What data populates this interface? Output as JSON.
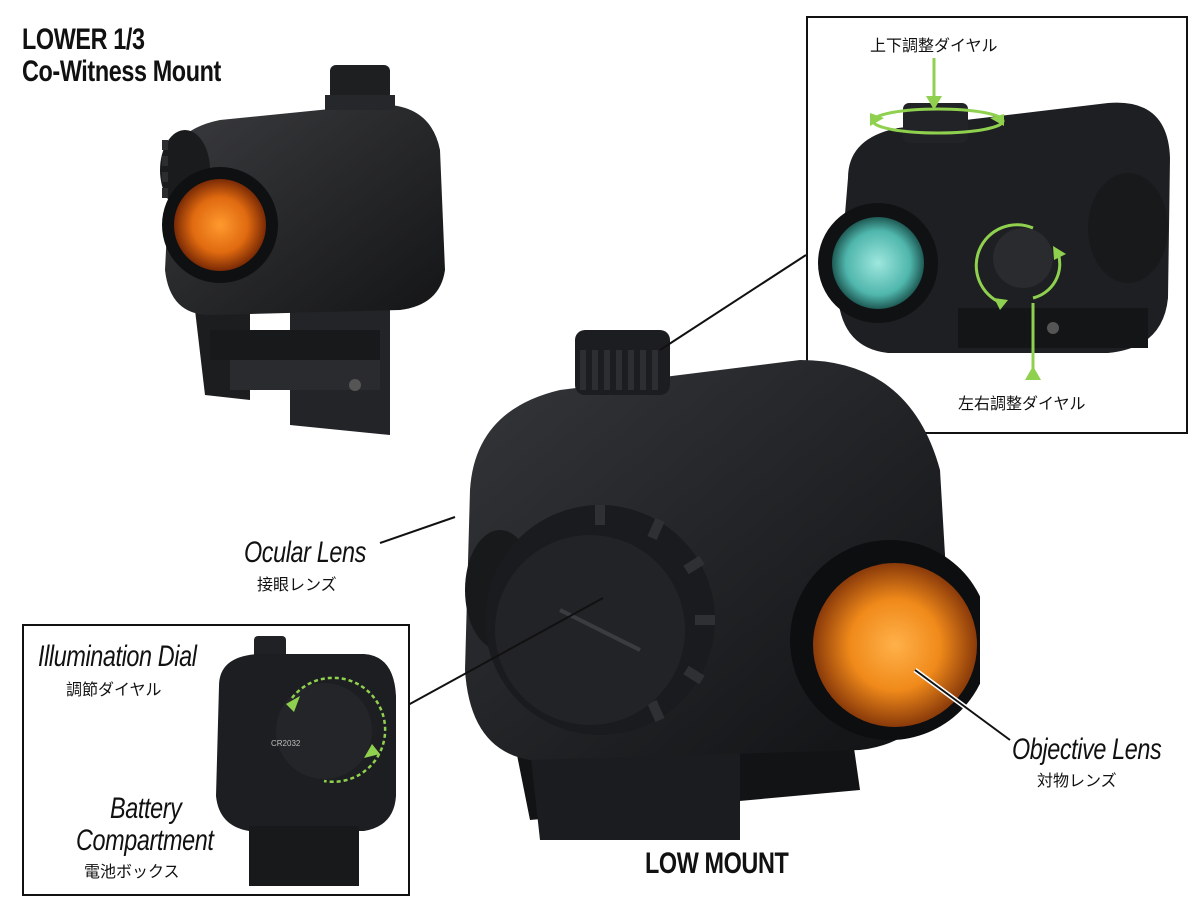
{
  "top_left_title": {
    "line1": "LOWER 1/3",
    "line2": "Co-Witness Mount"
  },
  "bottom_label": "LOW MOUNT",
  "callouts": {
    "ocular": {
      "en": "Ocular Lens",
      "jp": "接眼レンズ"
    },
    "objective": {
      "en": "Objective Lens",
      "jp": "対物レンズ"
    },
    "illumination": {
      "en": "Illumination Dial",
      "jp": "調節ダイヤル"
    },
    "battery": {
      "en_line1": "Battery",
      "en_line2": "Compartment",
      "jp": "電池ボックス"
    },
    "elevation": {
      "jp": "上下調整ダイヤル"
    },
    "windage": {
      "jp": "左右調整ダイヤル"
    }
  },
  "inset_battery_text": "CR2032",
  "colors": {
    "accent_green": "#8fd14f",
    "lens_orange": "#f08a1a",
    "lens_teal": "#6fd0c6",
    "body_black": "#1b1c1e",
    "frame": "#111111"
  }
}
